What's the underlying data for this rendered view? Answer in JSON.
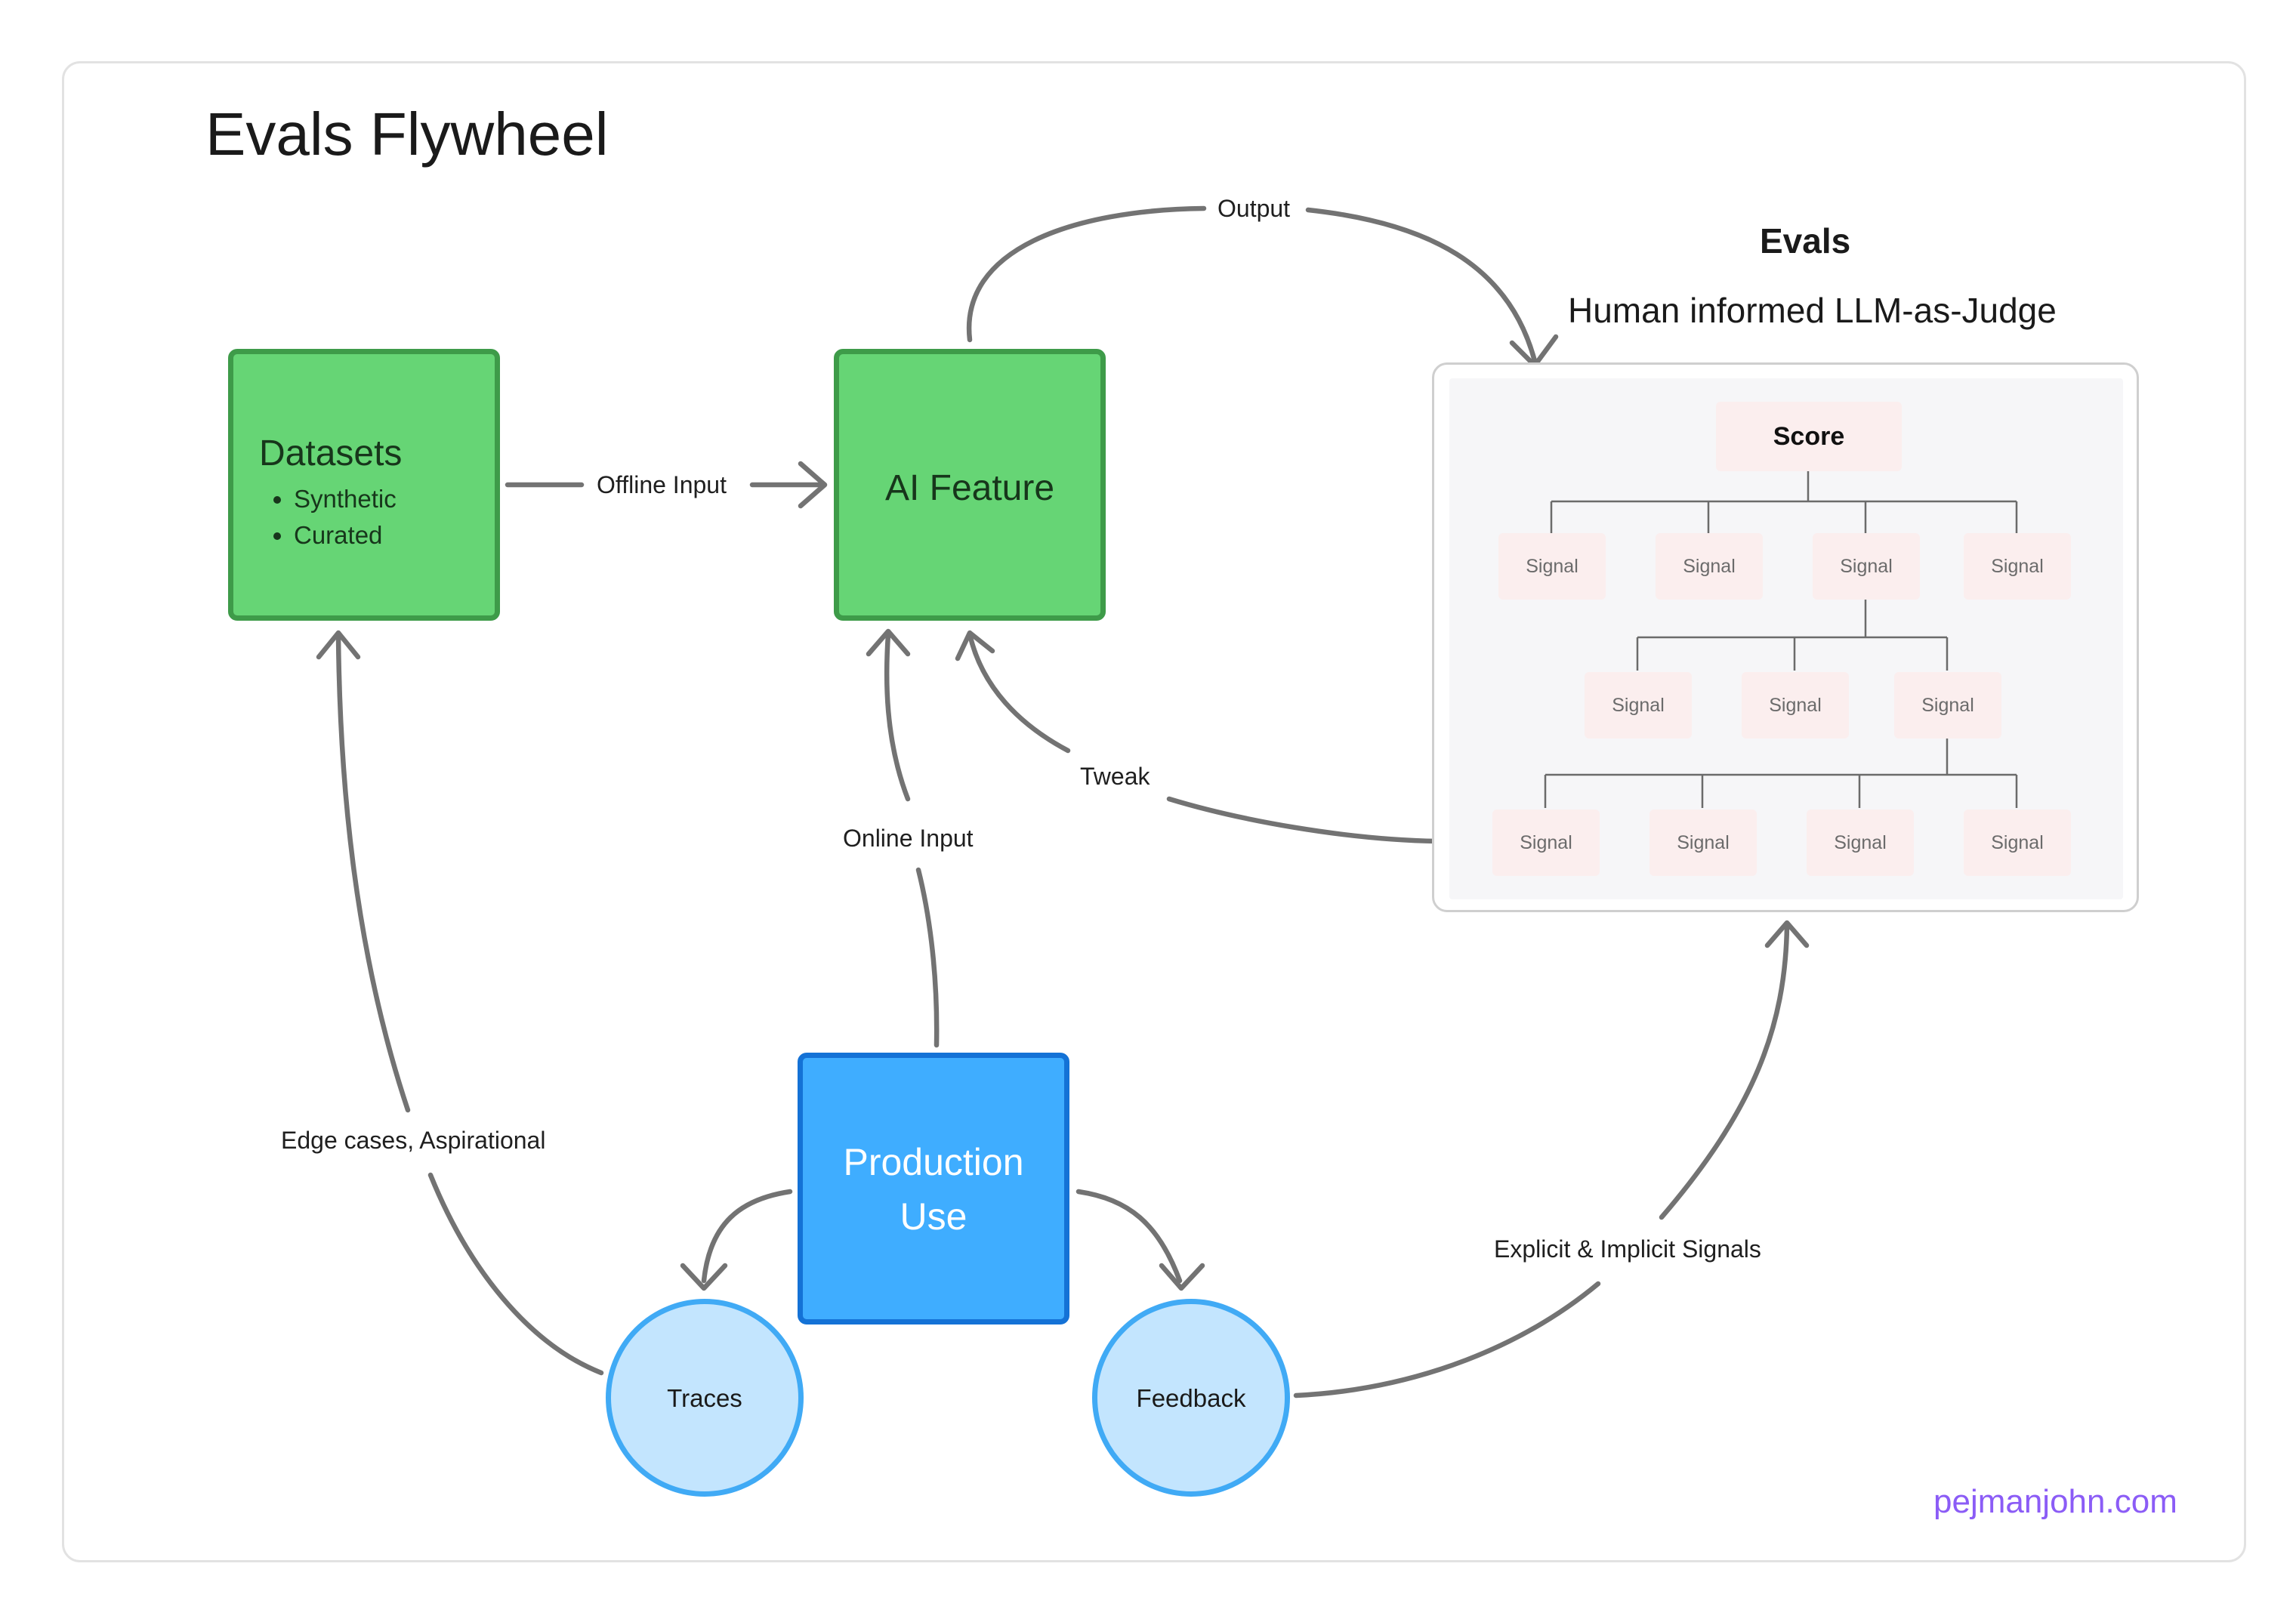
{
  "title": "Evals Flywheel",
  "nodes": {
    "datasets": {
      "title": "Datasets",
      "items": [
        "Synthetic",
        "Curated"
      ]
    },
    "ai_feature": {
      "label": "AI Feature"
    },
    "production": {
      "line1": "Production",
      "line2": "Use"
    },
    "traces": {
      "label": "Traces"
    },
    "feedback": {
      "label": "Feedback"
    }
  },
  "edges": {
    "output": "Output",
    "offline_input": "Offline Input",
    "online_input": "Online Input",
    "tweak": "Tweak",
    "edge_cases": "Edge cases, Aspirational",
    "explicit_implicit": "Explicit & Implicit Signals"
  },
  "evals": {
    "title": "Evals",
    "subtitle": "Human informed LLM-as-Judge",
    "score": "Score",
    "signal": "Signal",
    "rows": [
      4,
      3,
      4
    ]
  },
  "footer": {
    "site": "pejmanjohn.com"
  },
  "colors": {
    "green_fill": "#66d575",
    "green_border": "#3e9b49",
    "blue_fill": "#3fadff",
    "blue_border": "#1472d6",
    "circle_fill": "#c3e5fe",
    "circle_border": "#40aaf5",
    "arrow": "#737373",
    "signal_fill": "#fbeeee",
    "brand": "#8b5cf6"
  }
}
